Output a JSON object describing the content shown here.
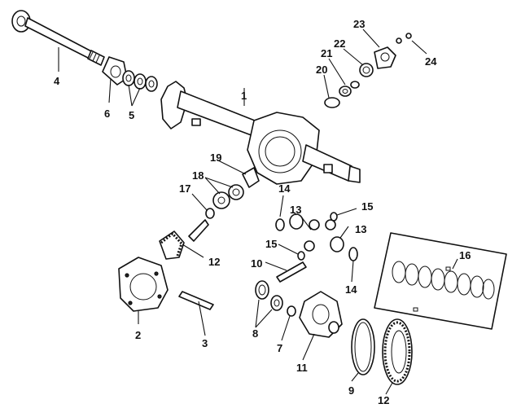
{
  "diagram": {
    "callouts": [
      {
        "id": "c1",
        "label": "1"
      },
      {
        "id": "c2",
        "label": "2"
      },
      {
        "id": "c3",
        "label": "3"
      },
      {
        "id": "c4",
        "label": "4"
      },
      {
        "id": "c5",
        "label": "5"
      },
      {
        "id": "c6",
        "label": "6"
      },
      {
        "id": "c7",
        "label": "7"
      },
      {
        "id": "c8",
        "label": "8"
      },
      {
        "id": "c9",
        "label": "9"
      },
      {
        "id": "c10",
        "label": "10"
      },
      {
        "id": "c11",
        "label": "11"
      },
      {
        "id": "c12a",
        "label": "12"
      },
      {
        "id": "c12b",
        "label": "12"
      },
      {
        "id": "c13a",
        "label": "13"
      },
      {
        "id": "c13b",
        "label": "13"
      },
      {
        "id": "c14a",
        "label": "14"
      },
      {
        "id": "c14b",
        "label": "14"
      },
      {
        "id": "c15a",
        "label": "15"
      },
      {
        "id": "c15b",
        "label": "15"
      },
      {
        "id": "c16",
        "label": "16"
      },
      {
        "id": "c17",
        "label": "17"
      },
      {
        "id": "c18",
        "label": "18"
      },
      {
        "id": "c19",
        "label": "19"
      },
      {
        "id": "c20",
        "label": "20"
      },
      {
        "id": "c21",
        "label": "21"
      },
      {
        "id": "c22",
        "label": "22"
      },
      {
        "id": "c23",
        "label": "23"
      },
      {
        "id": "c24",
        "label": "24"
      }
    ]
  }
}
